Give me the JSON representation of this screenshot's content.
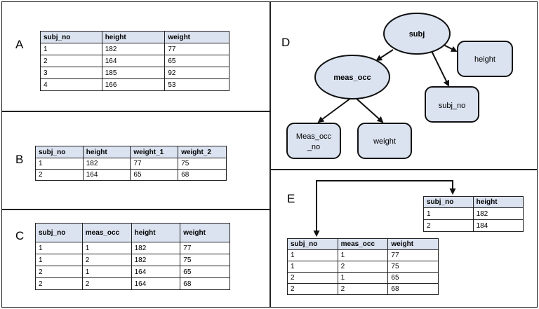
{
  "panels": {
    "A": {
      "label": "A",
      "headers": [
        "subj_no",
        "height",
        "weight"
      ],
      "rows": [
        [
          "1",
          "182",
          "77"
        ],
        [
          "2",
          "164",
          "65"
        ],
        [
          "3",
          "185",
          "92"
        ],
        [
          "4",
          "166",
          "53"
        ]
      ]
    },
    "B": {
      "label": "B",
      "headers": [
        "subj_no",
        "height",
        "weight_1",
        "weight_2"
      ],
      "rows": [
        [
          "1",
          "182",
          "77",
          "75"
        ],
        [
          "2",
          "164",
          "65",
          "68"
        ]
      ]
    },
    "C": {
      "label": "C",
      "headers": [
        "subj_no",
        "meas_occ",
        "height",
        "weight"
      ],
      "rows": [
        [
          "1",
          "1",
          "182",
          "77"
        ],
        [
          "1",
          "2",
          "182",
          "75"
        ],
        [
          "2",
          "1",
          "164",
          "65"
        ],
        [
          "2",
          "2",
          "164",
          "68"
        ]
      ]
    },
    "D": {
      "label": "D",
      "nodes": {
        "subj": "subj",
        "meas_occ": "meas_occ",
        "height": "height",
        "subj_no": "subj_no",
        "meas_occ_no_line1": "Meas_occ",
        "meas_occ_no_line2": "_no",
        "weight": "weight"
      }
    },
    "E": {
      "label": "E",
      "subject_table": {
        "headers": [
          "subj_no",
          "height"
        ],
        "rows": [
          [
            "1",
            "182"
          ],
          [
            "2",
            "184"
          ]
        ]
      },
      "measurement_table": {
        "headers": [
          "subj_no",
          "meas_occ",
          "weight"
        ],
        "rows": [
          [
            "1",
            "1",
            "77"
          ],
          [
            "1",
            "2",
            "75"
          ],
          [
            "2",
            "1",
            "65"
          ],
          [
            "2",
            "2",
            "68"
          ]
        ]
      }
    }
  },
  "colors": {
    "header_fill": "#dbe3f0",
    "node_fill": "#dbe3f0",
    "line": "#222222"
  }
}
